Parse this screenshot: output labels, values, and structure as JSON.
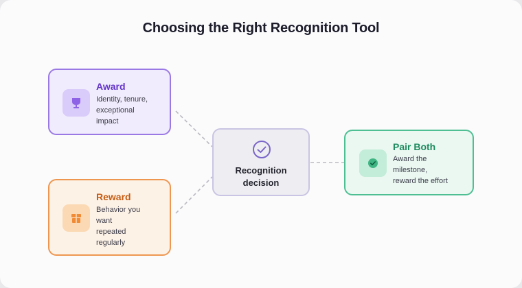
{
  "title": "Choosing the Right Recognition Tool",
  "nodes": {
    "award": {
      "heading": "Award",
      "lines": [
        "Identity, tenure,",
        "exceptional",
        "impact"
      ],
      "icon": "trophy-icon",
      "accent": "#6435c9"
    },
    "reward": {
      "heading": "Reward",
      "lines": [
        "Behavior you",
        "want",
        "repeated",
        "regularly"
      ],
      "icon": "gift-icon",
      "accent": "#c65c12"
    },
    "decision": {
      "lines": [
        "Recognition",
        "decision"
      ],
      "icon": "check-circle-icon"
    },
    "pair": {
      "heading": "Pair Both",
      "lines": [
        "Award the",
        "milestone,",
        "reward the effort"
      ],
      "icon": "check-icon",
      "accent": "#1d8a5e"
    }
  }
}
